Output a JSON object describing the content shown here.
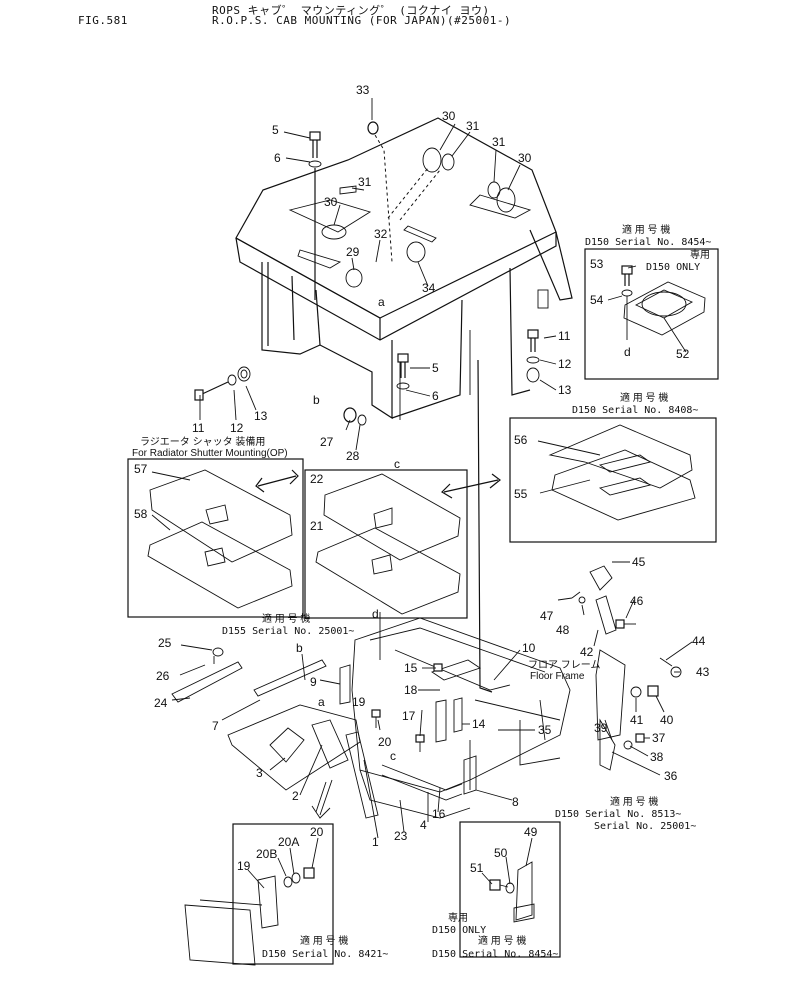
{
  "header": {
    "fig_label": "FIG.581",
    "title_jp": "ROPS キャブ゜ マウンティング゜ (コクナイ ヨウ)",
    "title_en": "R.O.P.S. CAB MOUNTING (FOR JAPAN)(#25001-)"
  },
  "callouts": {
    "c33": "33",
    "c5a": "5",
    "c6a": "6",
    "c30a": "30",
    "c31a": "31",
    "c31b": "31",
    "c30b": "30",
    "c31c": "31",
    "c30c": "30",
    "c32": "32",
    "c29": "29",
    "c34": "34",
    "ca1": "a",
    "c11a": "11",
    "c12a": "12",
    "c13a": "13",
    "cb1": "b",
    "c5b": "5",
    "c6b": "6",
    "c27": "27",
    "c28": "28",
    "cc1": "c",
    "c11b": "11",
    "c12b": "12",
    "c13b": "13",
    "c57": "57",
    "c58": "58",
    "c22": "22",
    "c21": "21",
    "c56": "56",
    "c55": "55",
    "c45": "45",
    "c47": "47",
    "c48": "48",
    "c46": "46",
    "c42": "42",
    "c44": "44",
    "c43": "43",
    "cd1": "d",
    "c25": "25",
    "cb2": "b",
    "c10": "10",
    "c26": "26",
    "c9": "9",
    "c15": "15",
    "c18": "18",
    "c24": "24",
    "ca2": "a",
    "c19a": "19",
    "c41": "41",
    "c40": "40",
    "c39": "39",
    "c7": "7",
    "c20a": "20",
    "c17": "17",
    "c14": "14",
    "c35": "35",
    "c37": "37",
    "c38": "38",
    "c36": "36",
    "c3": "3",
    "cc2": "c",
    "c2": "2",
    "c16": "16",
    "c8": "8",
    "c1": "1",
    "c23": "23",
    "c4": "4",
    "c53": "53",
    "c54": "54",
    "cd2": "d",
    "c52": "52",
    "c20b": "20",
    "c20A": "20A",
    "c20B": "20B",
    "c19b": "19",
    "c49": "49",
    "c50": "50",
    "c51": "51"
  },
  "insets": {
    "rad_shutter_jp": "ラジエータ シャッタ 装備用",
    "rad_shutter_en": "For Radiator Shutter Mounting(OP)",
    "d155_applic_jp": "適 用 号 機",
    "d155_serial": "D155  Serial No. 25001~",
    "top_right_applic_jp": "適 用 号 機",
    "top_right_serial": "D150  Serial No. 8454~",
    "top_right_only_jp": "専用",
    "top_right_only": "D150  ONLY",
    "mid_right_applic_jp": "適 用 号 機",
    "mid_right_serial": "D150  Serial No. 8408~",
    "floor_frame_jp": "フロア フレーム",
    "floor_frame_en": "Floor Frame",
    "d150_8513_applic_jp": "適 用 号 機",
    "d150_8513_line1": "D150   Serial No. 8513~",
    "d150_8513_line2": "Serial No. 25001~",
    "bottom_left_applic_jp": "適 用 号 機",
    "bottom_left_serial": "D150  Serial No. 8421~",
    "bottom_right_only_jp": "専用",
    "bottom_right_only": "D150  ONLY",
    "bottom_right_applic_jp": "適 用 号 機",
    "bottom_right_serial": "D150  Serial No. 8454~"
  }
}
